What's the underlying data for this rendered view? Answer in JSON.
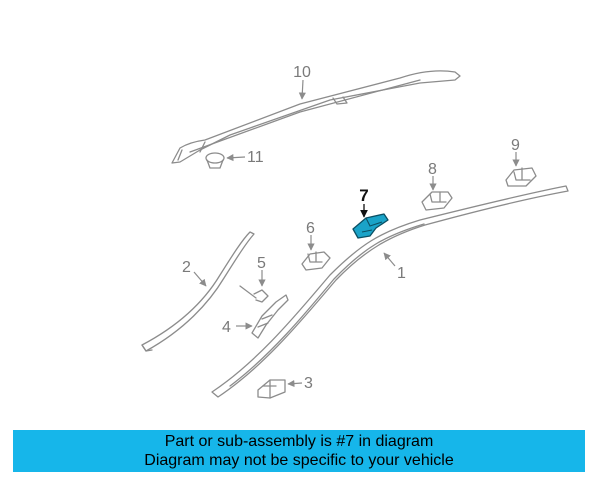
{
  "callouts": {
    "p1": "1",
    "p2": "2",
    "p3": "3",
    "p4": "4",
    "p5": "5",
    "p6": "6",
    "p7": "7",
    "p8": "8",
    "p9": "9",
    "p10": "10",
    "p11": "11"
  },
  "banner": {
    "line1": "Part or sub-assembly is #7 in diagram",
    "line2": "Diagram may not be specific to your vehicle"
  },
  "colors": {
    "banner_bg": "#16b6ea",
    "highlight_part": "#1aa3c8",
    "line_art": "#8c8c8c"
  }
}
